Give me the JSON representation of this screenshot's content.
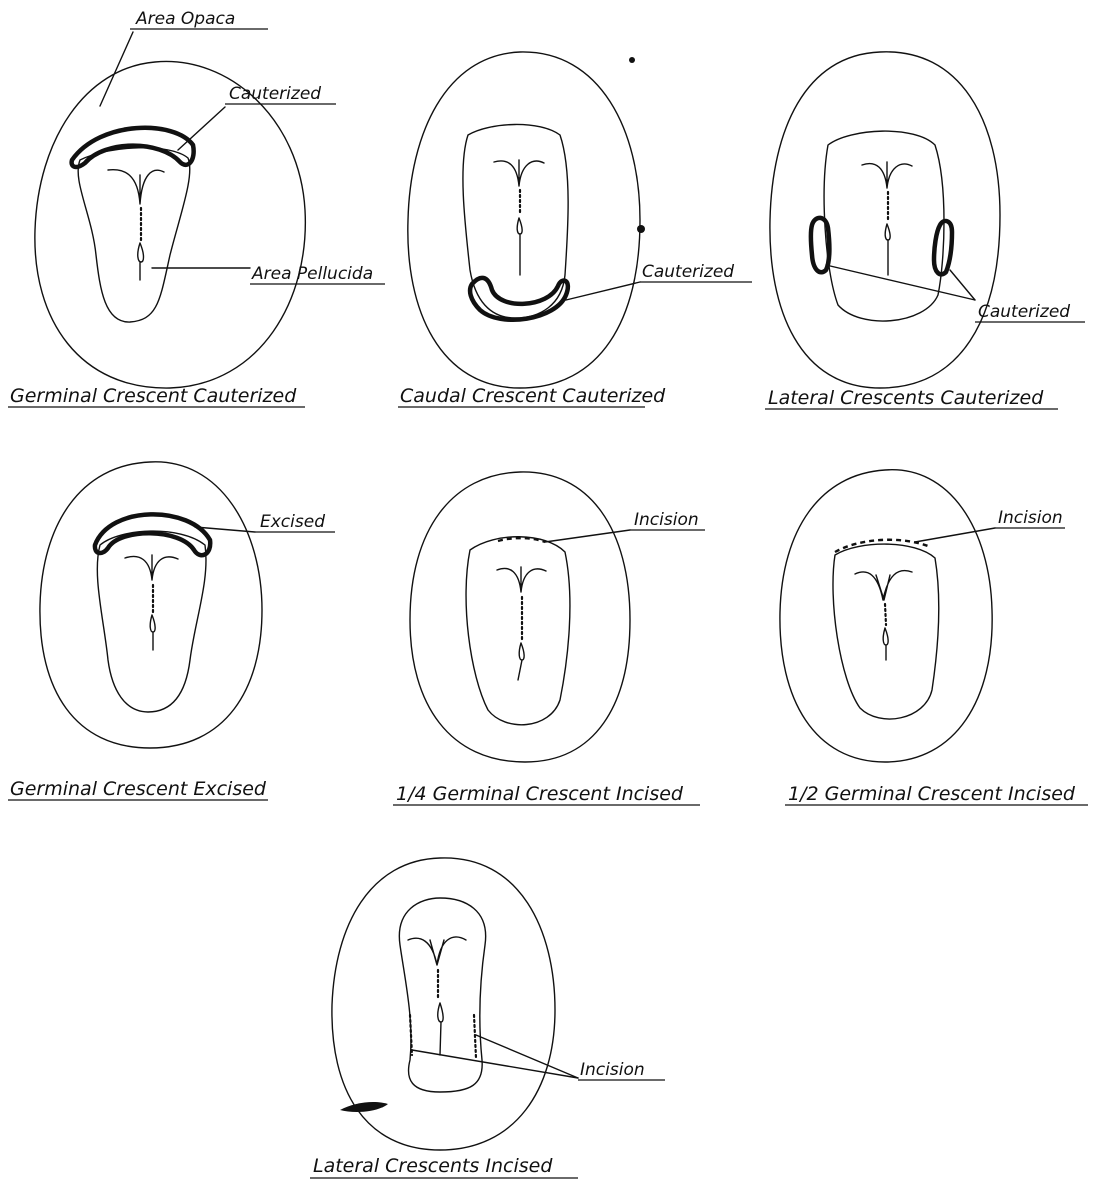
{
  "labels": {
    "area_opaca": "Area Opaca",
    "cauterized": "Cauterized",
    "area_pellucida": "Area Pellucida",
    "excised": "Excised",
    "incision": "Incision"
  },
  "captions": {
    "germinal_cauterized": "Germinal Crescent Cauterized",
    "caudal_cauterized": "Caudal Crescent Cauterized",
    "lateral_cauterized": "Lateral Crescents Cauterized",
    "germinal_excised": "Germinal Crescent Excised",
    "quarter_incised": "1/4 Germinal Crescent Incised",
    "half_incised": "1/2 Germinal Crescent Incised",
    "lateral_incised": "Lateral Crescents Incised"
  },
  "colors": {
    "ink": "#111111",
    "paper": "#ffffff"
  }
}
